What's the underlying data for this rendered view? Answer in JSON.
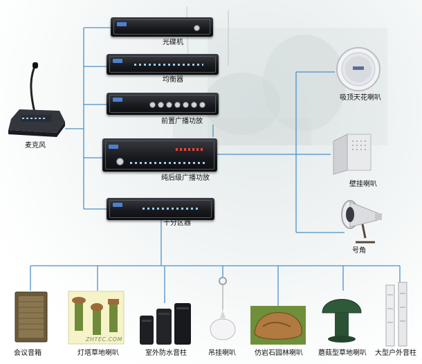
{
  "diagram": {
    "components": {
      "cd_player": "光碟机",
      "equalizer": "均衡器",
      "preamp": "前置广播功放",
      "power_amp": "纯后级广播功放",
      "zone_selector": "十分区器",
      "microphone": "麦克风",
      "ceiling_speaker": "吸顶天花喇叭",
      "wall_speaker": "壁挂喇叭",
      "horn_speaker": "号角",
      "conference_box": "会议音箱",
      "lawn_lamp_speaker": "灯塔草地喇叭",
      "waterproof_column": "室外防水音柱",
      "pendant_speaker": "吊挂喇叭",
      "rock_speaker": "仿岩石园林喇叭",
      "mushroom_speaker": "蘑菇型草地喇叭",
      "outdoor_column": "大型户外音柱"
    },
    "watermark": "ZHTEC.COM",
    "wire_color": "#4a90c8"
  }
}
